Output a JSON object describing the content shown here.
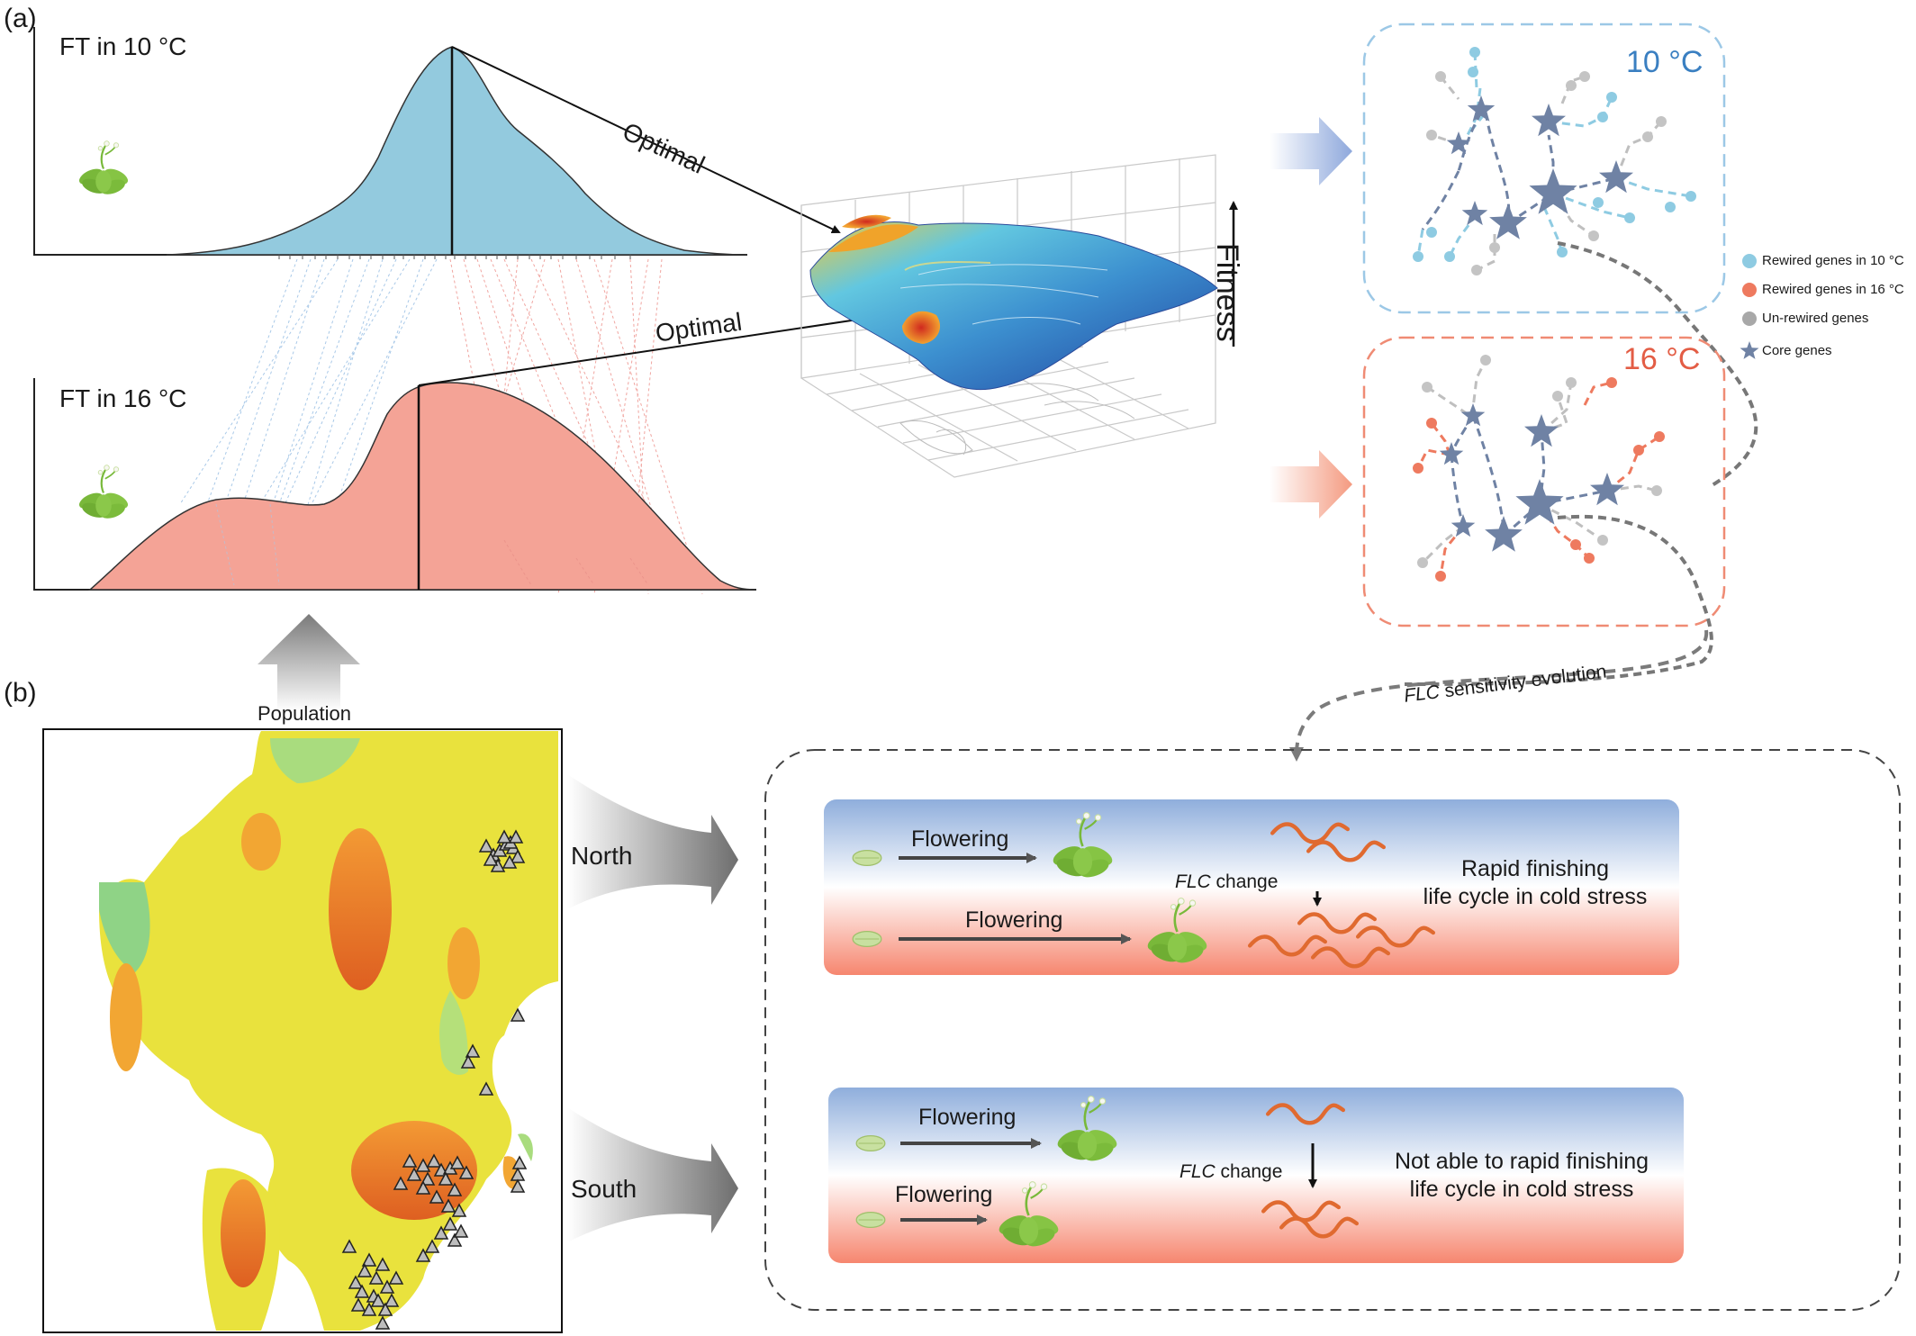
{
  "panels": {
    "a": "(a)",
    "b": "(b)"
  },
  "distributions": {
    "top_label": "FT  in 10 °C",
    "bottom_label": "FT  in 16 °C",
    "top_color": "#93cade",
    "bottom_color": "#f4a396",
    "optimal_top": "Optimal",
    "optimal_bottom": "Optimal"
  },
  "landscape": {
    "axis_label": "Fitness"
  },
  "networks": {
    "cold_title": "10 °C",
    "warm_title": "16 °C",
    "cold_color": "#3a7fc1",
    "warm_color": "#e35d45"
  },
  "legend": {
    "items": [
      {
        "label": "Rewired genes in 10 °C",
        "color": "#8ecbe2",
        "icon": "circle"
      },
      {
        "label": "Rewired genes in 16 °C",
        "color": "#ee7a5f",
        "icon": "circle"
      },
      {
        "label": "Un-rewired genes",
        "color": "#a8a8a8",
        "icon": "circle"
      },
      {
        "label": "Core genes",
        "color": "#6f82a4",
        "icon": "star"
      }
    ]
  },
  "evolution": {
    "gene": "FLC",
    "text": " sensitivity evolution"
  },
  "map": {
    "population": "Population",
    "north": "North",
    "south": "South"
  },
  "north_box": {
    "flowering_top": "Flowering",
    "flowering_bottom": "Flowering",
    "flc_gene": "FLC",
    "flc_change": " change",
    "note_line1": "Rapid finishing",
    "note_line2": "life cycle in cold stress"
  },
  "south_box": {
    "flowering_top": "Flowering",
    "flowering_bottom": "Flowering",
    "flc_gene": "FLC",
    "flc_change": " change",
    "note_line1": "Not able to rapid finishing",
    "note_line2": "life cycle in cold stress"
  }
}
